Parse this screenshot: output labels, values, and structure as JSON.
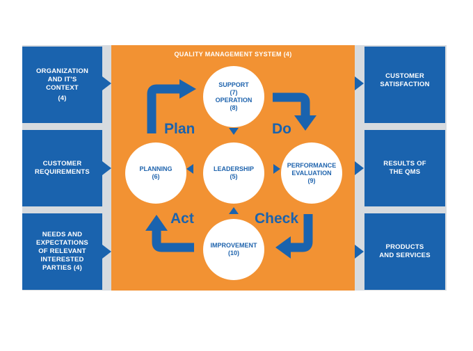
{
  "title": "QUALITY MANAGEMENT SYSTEM (4)",
  "colors": {
    "orange": "#f29233",
    "blue": "#1a63ae",
    "gray": "#d7dbdf",
    "white": "#ffffff"
  },
  "left_boxes": [
    {
      "lines": [
        "ORGANIZATION",
        "AND IT'S",
        "CONTEXT"
      ],
      "ref": "(4)"
    },
    {
      "lines": [
        "CUSTOMER",
        "REQUIREMENTS"
      ],
      "ref": ""
    },
    {
      "lines": [
        "NEEDS AND",
        "EXPECTATIONS",
        "OF RELEVANT",
        "INTERESTED",
        "PARTIES (4)"
      ],
      "ref": ""
    }
  ],
  "right_boxes": [
    {
      "lines": [
        "CUSTOMER",
        "SATISFACTION"
      ]
    },
    {
      "lines": [
        "RESULTS OF",
        "THE QMS"
      ]
    },
    {
      "lines": [
        "PRODUCTS",
        "AND SERVICES"
      ]
    }
  ],
  "nodes": {
    "support": {
      "lines": [
        "SUPPORT",
        "(7)",
        "OPERATION",
        "(8)"
      ]
    },
    "planning": {
      "lines": [
        "PLANNING",
        "(6)"
      ]
    },
    "leadership": {
      "lines": [
        "LEADERSHIP",
        "(5)"
      ]
    },
    "performance": {
      "lines": [
        "PERFORMANCE",
        "EVALUATION",
        "(9)"
      ]
    },
    "improvement": {
      "lines": [
        "IMPROVEMENT",
        "(10)"
      ]
    }
  },
  "phases": {
    "plan": "Plan",
    "do": "Do",
    "check": "Check",
    "act": "Act"
  }
}
